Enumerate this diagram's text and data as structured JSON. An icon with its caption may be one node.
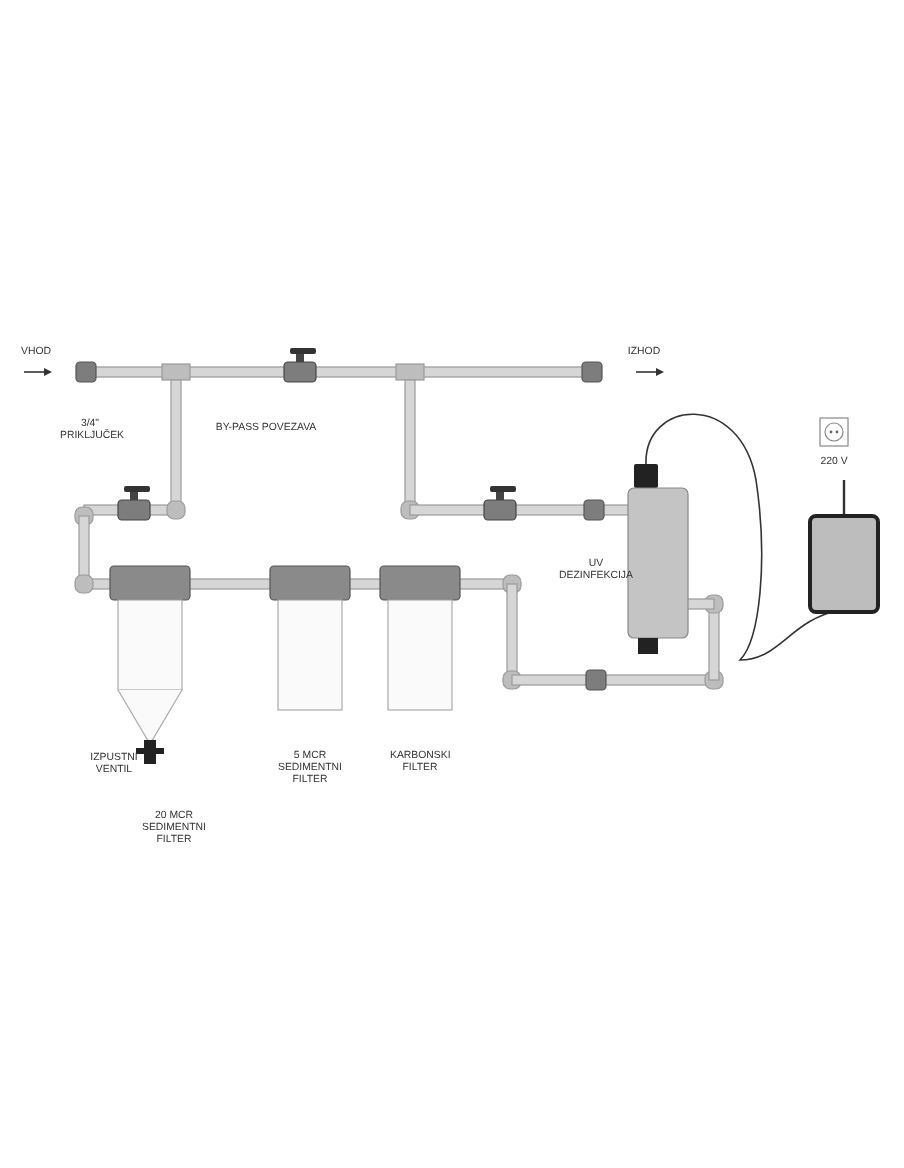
{
  "diagram": {
    "labels": [
      "VHOD",
      "IZHOD",
      "3/4\" PRIKLJUČEK",
      "BY-PASS POVEZAVA",
      "220 V",
      "UV DEZINFEKCIJA",
      "IZPUSTNI VENTIL",
      "5 MCR SEDIMENTNI FILTER",
      "KARBONSKI FILTER",
      "20 MCR SEDIMENTNI FILTER"
    ]
  }
}
